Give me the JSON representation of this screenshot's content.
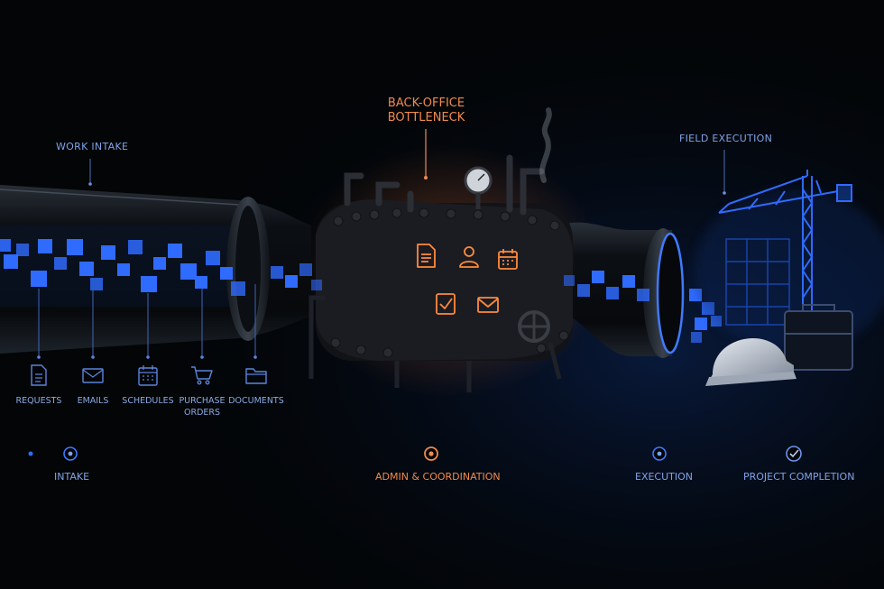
{
  "labels": {
    "work_intake": "WORK INTAKE",
    "bottleneck_line1": "BACK-OFFICE",
    "bottleneck_line2": "BOTTLENECK",
    "field_execution": "FIELD EXECUTION"
  },
  "sources": [
    {
      "label": "REQUESTS",
      "icon": "document-icon"
    },
    {
      "label": "EMAILS",
      "icon": "envelope-icon"
    },
    {
      "label": "SCHEDULES",
      "icon": "calendar-icon"
    },
    {
      "label_line1": "PURCHASE",
      "label_line2": "ORDERS",
      "icon": "cart-icon"
    },
    {
      "label": "DOCUMENTS",
      "icon": "folder-icon"
    }
  ],
  "machine_icons": [
    "document-icon",
    "user-icon",
    "calendar-icon",
    "checkbox-icon",
    "envelope-icon"
  ],
  "timeline": {
    "stages": [
      {
        "label": "INTAKE"
      },
      {
        "label": "ADMIN & COORDINATION"
      },
      {
        "label": "EXECUTION"
      },
      {
        "label": "PROJECT COMPLETION"
      }
    ]
  },
  "colors": {
    "blue_accent": "#2f6bff",
    "orange_accent": "#f0894a",
    "background": "#030507"
  }
}
